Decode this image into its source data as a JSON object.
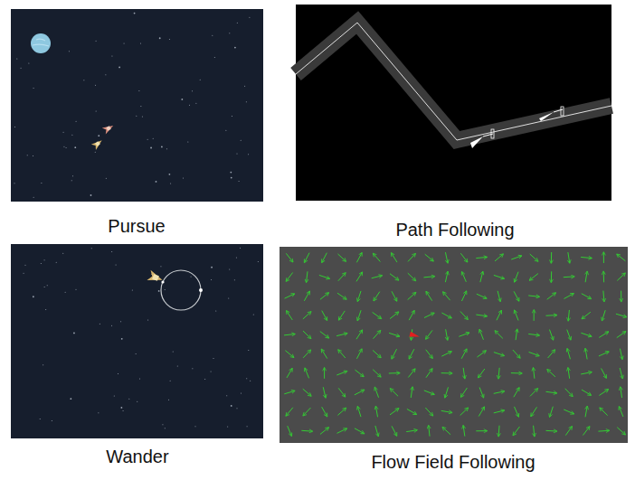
{
  "diagram": {
    "labels": [
      "Pursue",
      "Path Following",
      "Wander",
      "Flow Field Following"
    ]
  }
}
